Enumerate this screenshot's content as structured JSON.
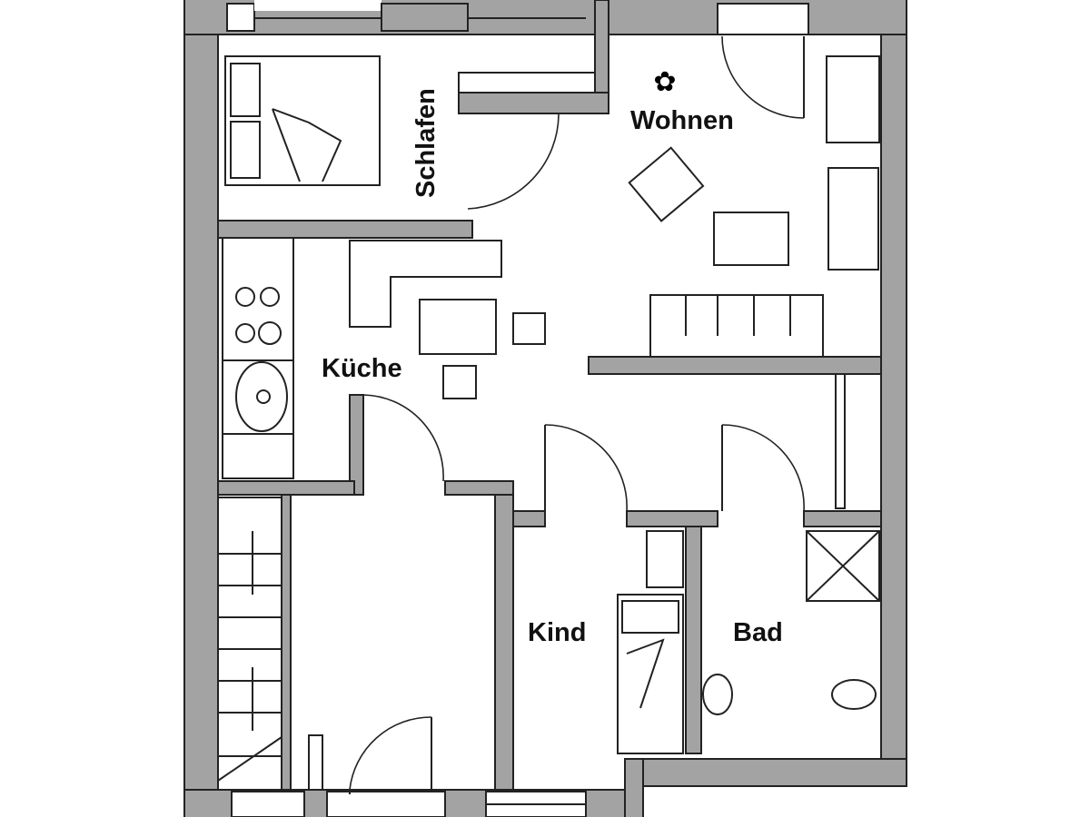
{
  "plan": {
    "rooms": {
      "schlafen": "Schlafen",
      "wohnen": "Wohnen",
      "kueche": "Küche",
      "kind": "Kind",
      "bad": "Bad"
    },
    "colors": {
      "wall": "#a3a3a3",
      "line": "#222222",
      "background": "#ffffff"
    }
  }
}
